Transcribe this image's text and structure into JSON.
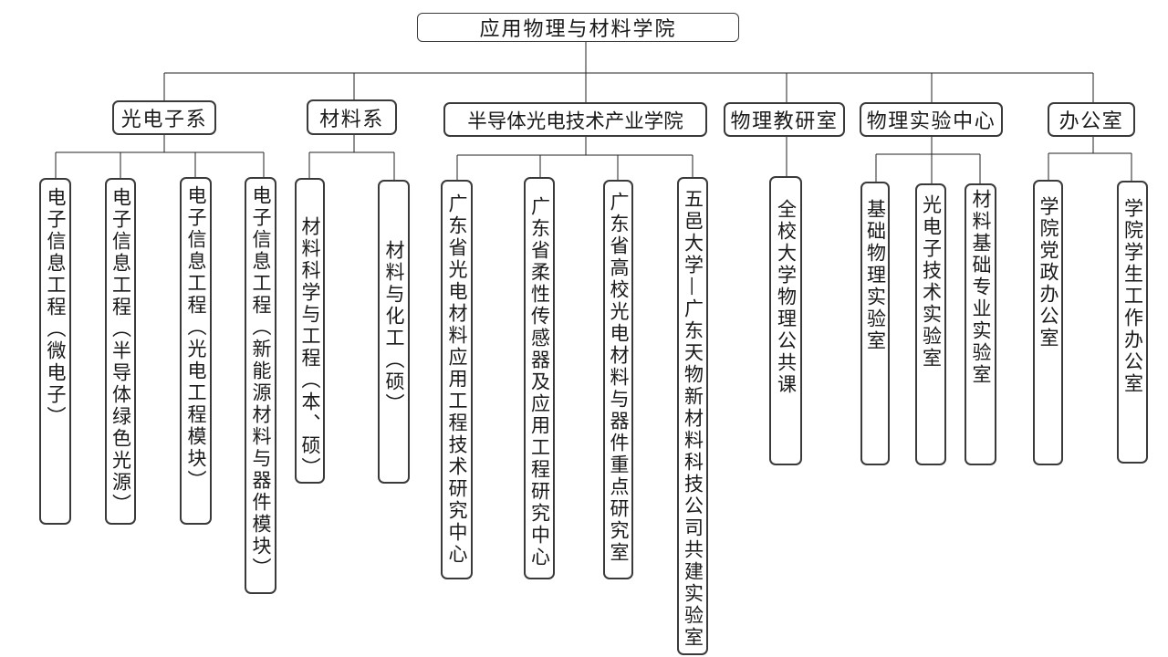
{
  "root": {
    "label": "应用物理与材料学院"
  },
  "departments": [
    {
      "label": "光电子系",
      "children": [
        "电子信息工程（微电子）",
        "电子信息工程（半导体绿色光源）",
        "电子信息工程（光电工程模块）",
        "电子信息工程（新能源材料与器件模块）"
      ]
    },
    {
      "label": "材料系",
      "children": [
        "材料科学与工程（本、硕）",
        "材料与化工（硕）"
      ]
    },
    {
      "label": "半导体光电技术产业学院",
      "children": [
        "广东省光电材料应用工程技术研究中心",
        "广东省柔性传感器及应用工程研究中心",
        "广东省高校光电材料与器件重点研究室",
        "五邑大学—广东天物新材料科技公司共建实验室"
      ]
    },
    {
      "label": "物理教研室",
      "children": [
        "全校大学物理公共课"
      ]
    },
    {
      "label": "物理实验中心",
      "children": [
        "基础物理实验室",
        "光电子技术实验室",
        "材料基础专业实验室"
      ]
    },
    {
      "label": "办公室",
      "children": [
        "学院党政办公室",
        "学院学生工作办公室"
      ]
    }
  ]
}
